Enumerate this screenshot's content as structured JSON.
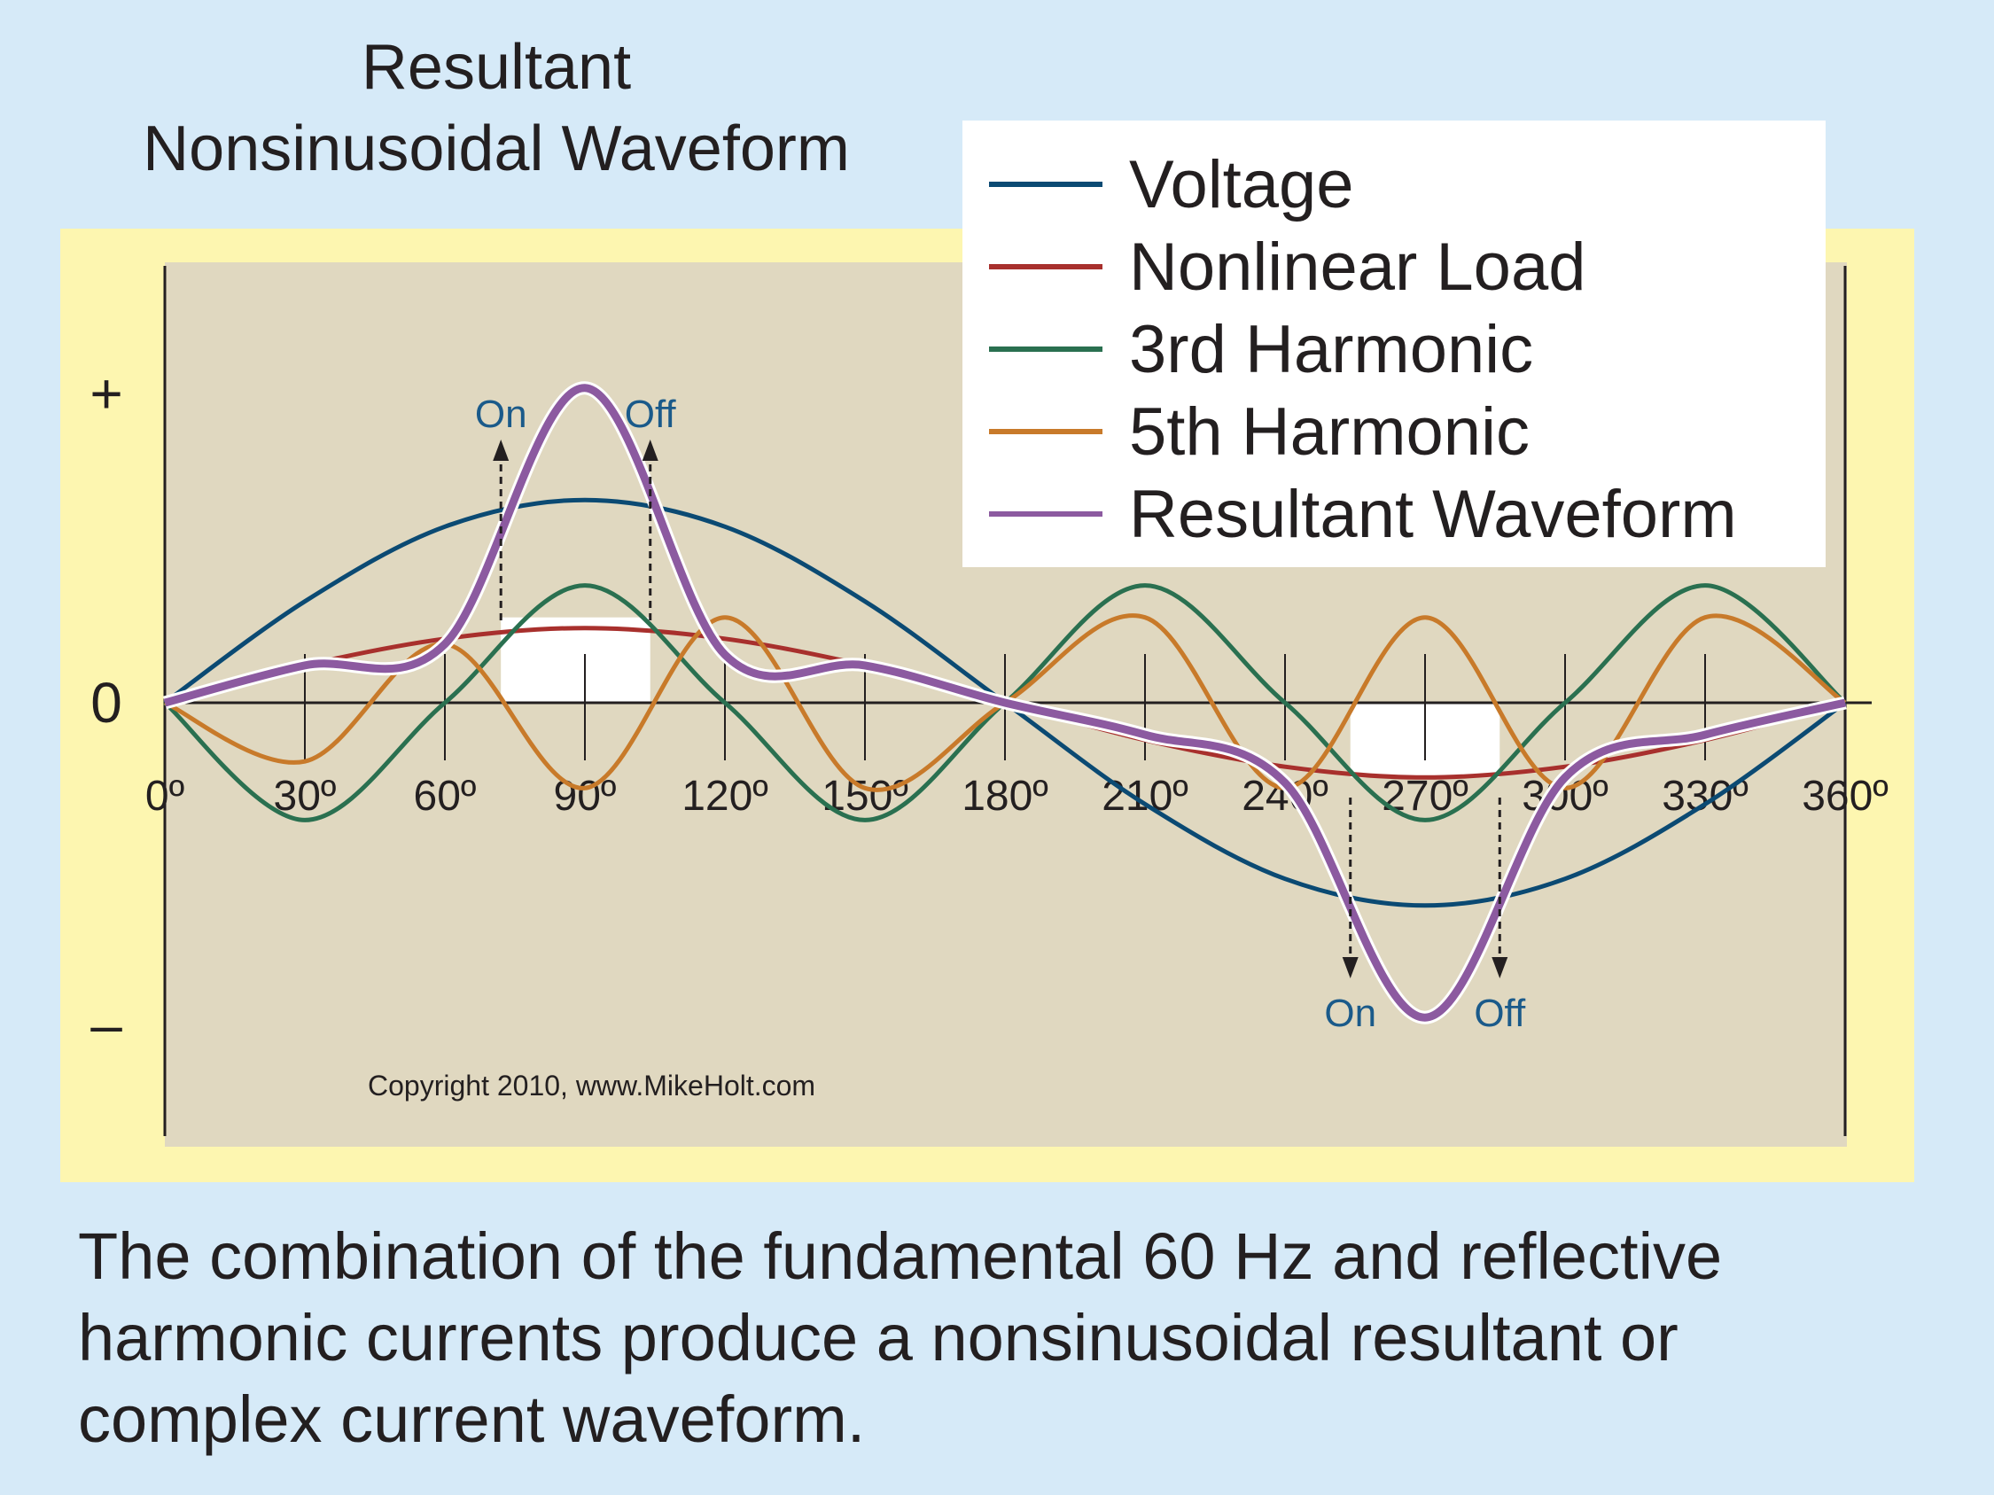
{
  "title": {
    "line1": "Resultant",
    "line2": "Nonsinusoidal Waveform"
  },
  "caption": {
    "line1": "The combination of the fundamental 60 Hz and reflective",
    "line2": "harmonic currents produce a nonsinusoidal resultant or",
    "line3": "complex current waveform."
  },
  "copyright": "Copyright 2010, www.MikeHolt.com",
  "chart_data": {
    "type": "line",
    "x": [
      0,
      30,
      60,
      90,
      120,
      150,
      180,
      210,
      240,
      270,
      300,
      330,
      360
    ],
    "tick_labels": [
      "0º",
      "30º",
      "60º",
      "90º",
      "120º",
      "150º",
      "180º",
      "210º",
      "240º",
      "270º",
      "300º",
      "330º",
      "360º"
    ],
    "xlim": [
      0,
      360
    ],
    "ylim": [
      -1.3,
      1.3
    ],
    "y_labels": {
      "plus": "+",
      "zero": "0",
      "minus": "–"
    },
    "grid": false,
    "legend_position": "top-right",
    "series": [
      {
        "name": "Voltage",
        "color": "#0b4a73",
        "values": [
          0,
          0.19,
          0.33,
          0.38,
          0.33,
          0.19,
          0,
          -0.19,
          -0.33,
          -0.38,
          -0.33,
          -0.19,
          0
        ]
      },
      {
        "name": "Nonlinear Load",
        "color": "#a8302d",
        "values": [
          0,
          0.07,
          0.12,
          0.14,
          0.12,
          0.07,
          0,
          -0.07,
          -0.12,
          -0.14,
          -0.12,
          -0.07,
          0
        ]
      },
      {
        "name": "3rd Harmonic",
        "color": "#2a7050",
        "values": [
          0,
          -0.22,
          0,
          0.22,
          0,
          -0.22,
          0,
          0.22,
          0,
          -0.22,
          0,
          0.22,
          0
        ]
      },
      {
        "name": "5th Harmonic",
        "color": "#c87a2a",
        "values": [
          0,
          -0.11,
          0.11,
          -0.16,
          0.16,
          -0.16,
          0,
          0.16,
          -0.16,
          0.16,
          -0.16,
          0.16,
          0
        ]
      },
      {
        "name": "Resultant Waveform",
        "color": "#8c5aa0",
        "values": [
          0,
          0.07,
          0.11,
          0.59,
          0.09,
          0.07,
          0,
          -0.06,
          -0.15,
          -0.59,
          -0.14,
          -0.06,
          0
        ]
      }
    ],
    "annotations": [
      {
        "label": "On",
        "x": 72,
        "direction": "up"
      },
      {
        "label": "Off",
        "x": 104,
        "direction": "up"
      },
      {
        "label": "On",
        "x": 254,
        "direction": "down"
      },
      {
        "label": "Off",
        "x": 286,
        "direction": "down"
      }
    ],
    "conduction_windows": [
      {
        "x0": 72,
        "x1": 104,
        "sign": "positive",
        "level": 0.16
      },
      {
        "x0": 254,
        "x1": 286,
        "sign": "negative",
        "level": -0.14
      }
    ]
  }
}
